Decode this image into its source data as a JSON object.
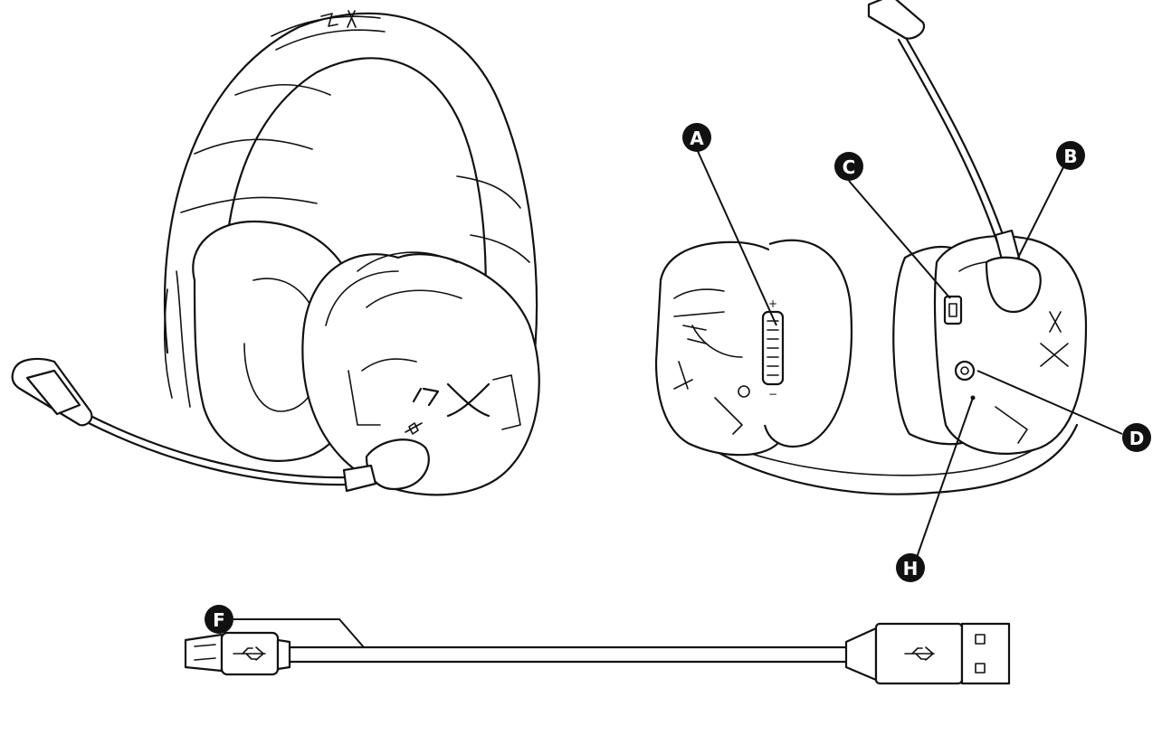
{
  "diagram": {
    "callouts": [
      {
        "id": "A",
        "label": "A"
      },
      {
        "id": "B",
        "label": "B"
      },
      {
        "id": "C",
        "label": "C"
      },
      {
        "id": "D",
        "label": "D"
      },
      {
        "id": "F",
        "label": "F"
      },
      {
        "id": "H",
        "label": "H"
      }
    ],
    "icons": {
      "usb": "usb-icon",
      "power": "power-icon",
      "mic-mute": "mic-mute-icon",
      "volume": "volume-wheel-icon",
      "brand": "hyperx-logo"
    },
    "colors": {
      "ink": "#111111",
      "paper": "#ffffff"
    }
  }
}
